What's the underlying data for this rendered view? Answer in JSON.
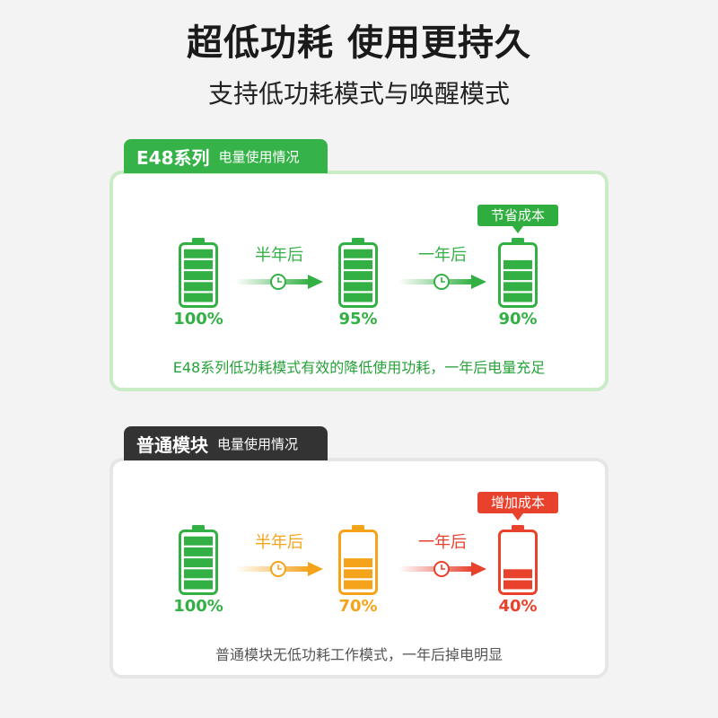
{
  "header": {
    "title": "超低功耗 使用更持久",
    "subtitle": "支持低功耗模式与唤醒模式"
  },
  "sections": [
    {
      "tab_title": "E48系列",
      "tab_subtitle": "电量使用情况",
      "tab_color": "#36b348",
      "panel_border_color": "#c9ebc6",
      "badge": {
        "text": "节省成本",
        "color": "#2fae3f"
      },
      "batteries": [
        {
          "level": 100,
          "label": "100%",
          "color": "#33b044",
          "icon": "battery-icon"
        },
        {
          "level": 95,
          "label": "95%",
          "color": "#33b044",
          "icon": "battery-icon"
        },
        {
          "level": 90,
          "label": "90%",
          "color": "#33b044",
          "icon": "battery-icon"
        }
      ],
      "arrows": [
        {
          "label": "半年后",
          "color": "#33b044",
          "icon": "clock-icon"
        },
        {
          "label": "一年后",
          "color": "#33b044",
          "icon": "clock-icon"
        }
      ],
      "footer": {
        "text": "E48系列低功耗模式有效的降低使用功耗，一年后电量充足",
        "color": "#26a139"
      }
    },
    {
      "tab_title": "普通模块",
      "tab_subtitle": "电量使用情况",
      "tab_color": "#333333",
      "panel_border_color": "#e6e6e6",
      "badge": {
        "text": "增加成本",
        "color": "#e8412c"
      },
      "batteries": [
        {
          "level": 100,
          "label": "100%",
          "color": "#33b044",
          "icon": "battery-icon"
        },
        {
          "level": 70,
          "label": "70%",
          "color": "#f5a31a",
          "icon": "battery-icon"
        },
        {
          "level": 40,
          "label": "40%",
          "color": "#e8412c",
          "icon": "battery-icon"
        }
      ],
      "arrows": [
        {
          "label": "半年后",
          "color": "#f5a31a",
          "icon": "clock-icon"
        },
        {
          "label": "一年后",
          "color": "#e8412c",
          "icon": "clock-icon"
        }
      ],
      "footer": {
        "text": "普通模块无低功耗工作模式，一年后掉电明显",
        "color": "#555555"
      }
    }
  ]
}
